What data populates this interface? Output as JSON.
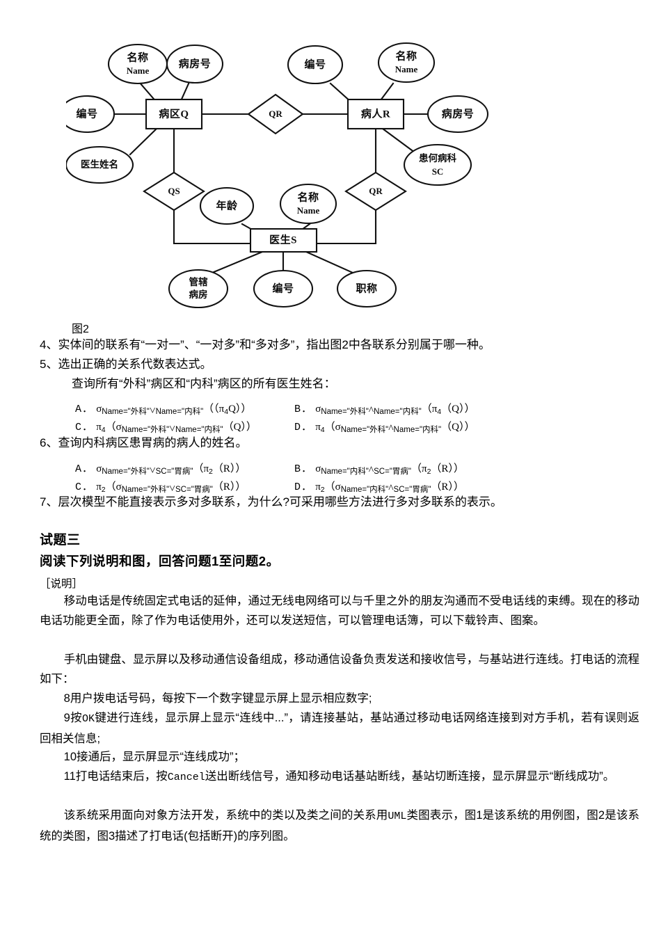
{
  "figure": {
    "caption": "图2",
    "entities": [
      {
        "id": "ward",
        "label": "病区Q"
      },
      {
        "id": "patient",
        "label": "病人R"
      },
      {
        "id": "doctor",
        "label": "医生S"
      }
    ],
    "relationships": [
      {
        "id": "qr-top",
        "label": "QR"
      },
      {
        "id": "qs",
        "label": "QS"
      },
      {
        "id": "qr-bottom",
        "label": "QR"
      }
    ],
    "attributes": [
      {
        "id": "ward-name",
        "line1": "名称",
        "line2": "Name"
      },
      {
        "id": "ward-roomno",
        "line1": "病房号",
        "line2": ""
      },
      {
        "id": "ward-id",
        "line1": "编号",
        "line2": ""
      },
      {
        "id": "ward-docname",
        "line1": "医生姓名",
        "line2": ""
      },
      {
        "id": "patient-id",
        "line1": "编号",
        "line2": ""
      },
      {
        "id": "patient-name",
        "line1": "名称",
        "line2": "Name"
      },
      {
        "id": "patient-room",
        "line1": "病房号",
        "line2": ""
      },
      {
        "id": "patient-dept",
        "line1": "患何病科",
        "line2": "SC"
      },
      {
        "id": "doctor-age",
        "line1": "年龄",
        "line2": ""
      },
      {
        "id": "doctor-name",
        "line1": "名称",
        "line2": "Name"
      },
      {
        "id": "doctor-rooms",
        "line1": "管辖",
        "line2": "病房"
      },
      {
        "id": "doctor-id",
        "line1": "编号",
        "line2": ""
      },
      {
        "id": "doctor-title",
        "line1": "职称",
        "line2": ""
      }
    ]
  },
  "questions": {
    "q4": "4、实体间的联系有“一对一”、“一对多”和“多对多”，指出图2中各联系分别属于哪一种。",
    "q5": "5、选出正确的关系代数表达式。",
    "q5_sub": "查询所有“外科”病区和“内科”病区的所有医生姓名：",
    "q6": "6、查询内科病区患胃病的病人的姓名。",
    "q7": "7、层次模型不能直接表示多对多联系，为什么?可采用哪些方法进行多对多联系的表示。"
  },
  "options_q5": [
    {
      "tag": "A．",
      "sigma": "σ",
      "sub_left": "Name=\"外科\"",
      "op": "˅",
      "sub_right": "Name=\"内科\"",
      "body_open": "（（π",
      "pi_sub": "4",
      "body_close": "Q））"
    },
    {
      "tag": "B．",
      "sigma": "σ",
      "sub_left": "Name=\"外科\"",
      "op": "^",
      "sub_right": "Name=\"内科\"",
      "body_open": "（π",
      "pi_sub": "4",
      "body_close": "（Q））"
    },
    {
      "tag": "C．",
      "pi": "π",
      "pi_sub": "4",
      "lead": "（σ",
      "sub_left": "Name=\"外科\"",
      "op": "˅",
      "sub_right": "Name=\"内科\"",
      "body_close": "（Q））"
    },
    {
      "tag": "D．",
      "pi": "π",
      "pi_sub": "4",
      "lead": "（σ",
      "sub_left": "Name=\"外科\"",
      "op": "^",
      "sub_right": "Name=\"内科\"",
      "body_close": "（Q））"
    }
  ],
  "options_q6": [
    {
      "tag": "A．",
      "sigma": "σ",
      "sub_left": "Name=\"外科\"",
      "op": "˅",
      "sub_right": "SC=\"胃病\"",
      "body_open": "（π",
      "pi_sub": "2",
      "body_close": "（R））"
    },
    {
      "tag": "B．",
      "sigma": "σ",
      "sub_left": "Name=\"内科\"",
      "op": "^",
      "sub_right": "SC=\"胃病\"",
      "body_open": "（π",
      "pi_sub": "2",
      "body_close": "（R））"
    },
    {
      "tag": "C．",
      "pi": "π",
      "pi_sub": "2",
      "lead": "（σ",
      "sub_left": "Name=\"外科\"",
      "op": "˅",
      "sub_right": "SC=\"胃病\"",
      "body_close": "（R））"
    },
    {
      "tag": "D．",
      "pi": "π",
      "pi_sub": "2",
      "lead": "（σ",
      "sub_left": "Name=\"内科\"",
      "op": "^",
      "sub_right": "SC=\"胃病\"",
      "body_close": "（R））"
    }
  ],
  "section_three": {
    "title": "试题三",
    "subtitle": "阅读下列说明和图，回答问题1至问题2。",
    "note_label": "［说明］",
    "paragraphs": {
      "p1": "移动电话是传统固定式电话的延伸，通过无线电网络可以与千里之外的朋友沟通而不受电话线的束缚。现在的移动电话功能更全面，除了作为电话使用外，还可以发送短信，可以管理电话簿，可以下载铃声、图案。",
      "p2": "手机由键盘、显示屏以及移动通信设备组成，移动通信设备负责发送和接收信号，与基站进行连线。打电话的流程如下：",
      "p3": "8用户拨电话号码，每按下一个数字键显示屏上显示相应数字;",
      "p4_a": "9按",
      "p4_mono": "OK",
      "p4_b": "键进行连线，显示屏上显示“连线中...”，请连接基站，基站通过移动电话网络连接到对方手机，若有误则返回相关信息;",
      "p5": "10接通后，显示屏显示“连线成功”；",
      "p6_a": "11打电话结束后，按",
      "p6_mono": "Cancel",
      "p6_b": "送出断线信号，通知移动电话基站断线，基站切断连接，显示屏显示“断线成功”。",
      "p7_a": "该系统采用面向对象方法开发，系统中的类以及类之间的关系用",
      "p7_mono": "UML",
      "p7_b": "类图表示，图1是该系统的用例图，图2是该系统的类图，图3描述了打电话(包括断开)的序列图。"
    }
  }
}
